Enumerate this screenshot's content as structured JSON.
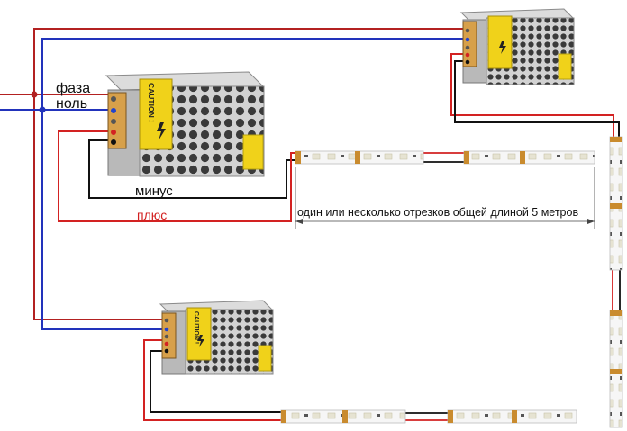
{
  "labels": {
    "phase": "фаза",
    "neutral": "ноль",
    "minus": "минус",
    "plus": "плюс",
    "dimension": "один или несколько отрезков общей длиной 5 метров"
  },
  "psu_caution_text": "CAUTION !",
  "colors": {
    "phase_wire": "#b32121",
    "neutral_wire": "#2233bb",
    "plus_wire": "#d32222",
    "minus_wire": "#111111",
    "psu_body": "#c9c9c9",
    "caution_label": "#f0d21a",
    "led_strip": "#f4f4f4"
  }
}
